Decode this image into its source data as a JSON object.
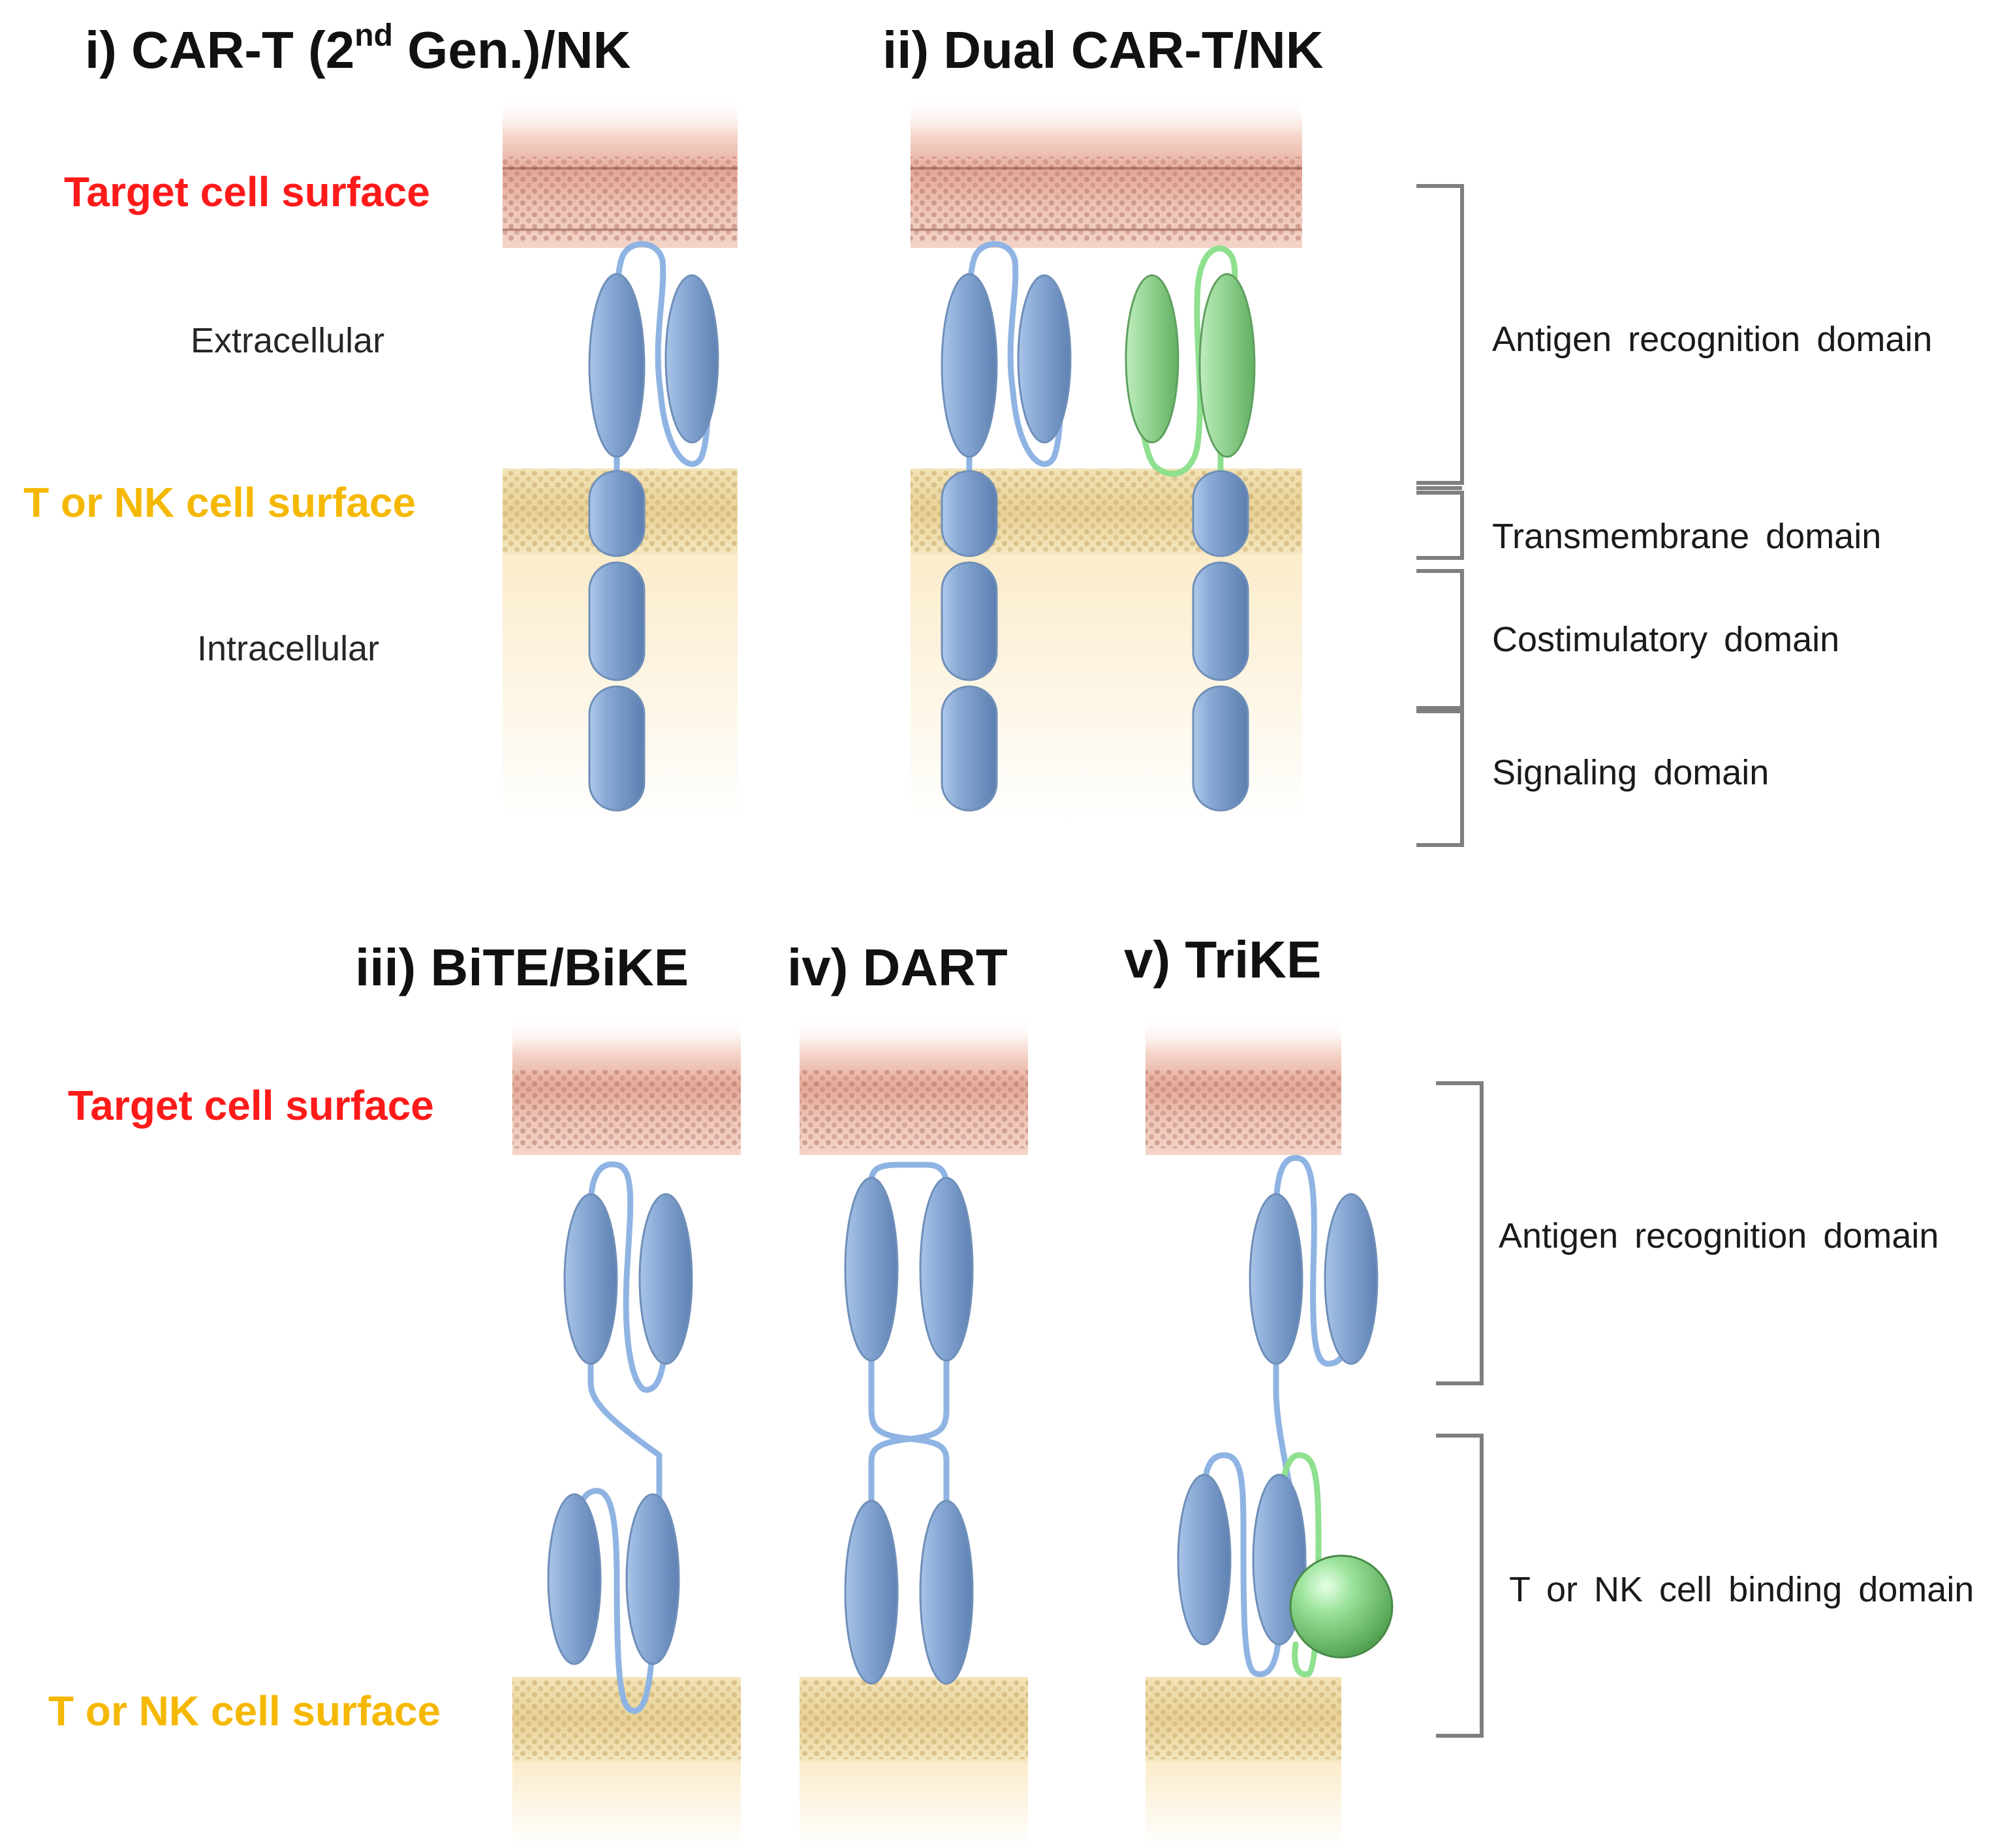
{
  "panels": {
    "top": {
      "titles": {
        "car_t_prefix": "i) CAR-T (2",
        "car_t_sup": "nd",
        "car_t_suffix": " Gen.)/NK",
        "dual": "ii) Dual CAR-T/NK"
      },
      "labels": {
        "target": "Target cell surface",
        "extracellular": "Extracellular",
        "t_nk": "T or NK cell surface",
        "intracellular": "Intracellular"
      },
      "domains": {
        "antigen": "Antigen recognition domain",
        "transmembrane": "Transmembrane domain",
        "costim": "Costimulatory domain",
        "signaling": "Signaling domain"
      }
    },
    "bottom": {
      "titles": {
        "bite": "iii) BiTE/BiKE",
        "dart": "iv) DART",
        "trike": "v) TriKE"
      },
      "labels": {
        "target": "Target cell surface",
        "t_nk": "T or NK cell surface"
      },
      "domains": {
        "antigen": "Antigen recognition domain",
        "binding": "T or NK cell binding domain"
      }
    }
  },
  "colors": {
    "target_label": "#ff1a1a",
    "t_nk_label": "#f5b800",
    "domain_blue": "#8fadd8",
    "domain_green": "#9ad99a",
    "target_membrane": "#e8b3a3",
    "t_nk_membrane": "#ead7a0"
  }
}
